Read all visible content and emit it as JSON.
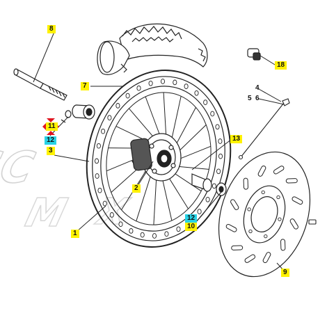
{
  "diagram": {
    "watermark": "SCOOTER MAX",
    "accent_yellow": "#fff200",
    "accent_cyan": "#27d3e6",
    "marker_red": "#e0141e",
    "callouts": [
      {
        "id": "c8",
        "label": "8",
        "color": "yellow"
      },
      {
        "id": "c7",
        "label": "7",
        "color": "yellow"
      },
      {
        "id": "c18",
        "label": "18",
        "color": "yellow"
      },
      {
        "id": "c4",
        "label": "4",
        "color": "plain"
      },
      {
        "id": "c5",
        "label": "5",
        "color": "plain"
      },
      {
        "id": "c6",
        "label": "6",
        "color": "plain"
      },
      {
        "id": "c11",
        "label": "11",
        "color": "yellow"
      },
      {
        "id": "c12a",
        "label": "12",
        "color": "cyan"
      },
      {
        "id": "c3",
        "label": "3",
        "color": "yellow"
      },
      {
        "id": "c13",
        "label": "13",
        "color": "yellow"
      },
      {
        "id": "c2",
        "label": "2",
        "color": "yellow"
      },
      {
        "id": "c12b",
        "label": "12",
        "color": "cyan"
      },
      {
        "id": "c10",
        "label": "10",
        "color": "yellow"
      },
      {
        "id": "c1",
        "label": "1",
        "color": "yellow"
      },
      {
        "id": "c9",
        "label": "9",
        "color": "yellow"
      }
    ]
  }
}
